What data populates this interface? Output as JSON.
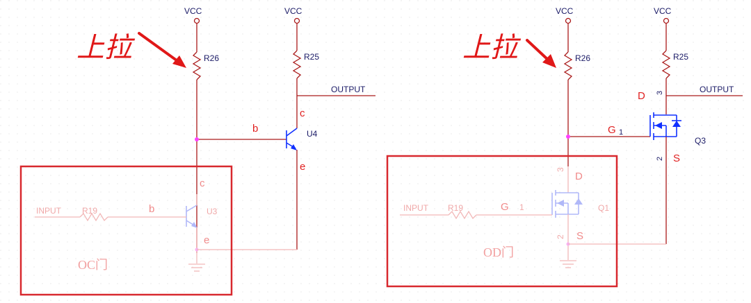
{
  "left_circuit": {
    "vcc_r26": "VCC",
    "vcc_r25": "VCC",
    "r26": "R26",
    "r25": "R25",
    "output": "OUTPUT",
    "u4": "U4",
    "u4_c": "c",
    "u4_b": "b",
    "u4_e": "e",
    "u3": "U3",
    "u3_c": "c",
    "u3_b": "b",
    "u3_e": "e",
    "input": "INPUT",
    "r19": "R19",
    "gate_label": "OC门",
    "handwriting": "上拉"
  },
  "right_circuit": {
    "vcc_r26": "VCC",
    "vcc_r25": "VCC",
    "r26": "R26",
    "r25": "R25",
    "output": "OUTPUT",
    "q3": "Q3",
    "q3_d": "D",
    "q3_g": "G",
    "q3_s": "S",
    "q3_pin_d": "3",
    "q3_pin_g": "1",
    "q3_pin_s": "2",
    "q1": "Q1",
    "q1_d": "D",
    "q1_g": "G",
    "q1_s": "S",
    "q1_pin_d": "3",
    "q1_pin_g": "1",
    "q1_pin_s": "2",
    "input": "INPUT",
    "r19": "R19",
    "gate_label": "OD门",
    "handwriting": "上拉"
  },
  "colors": {
    "wire": "#aa1a1a",
    "annotation_red": "#e02020",
    "device_blue": "#1030ff",
    "junction": "#ff40ff",
    "box": "#d8282e"
  }
}
